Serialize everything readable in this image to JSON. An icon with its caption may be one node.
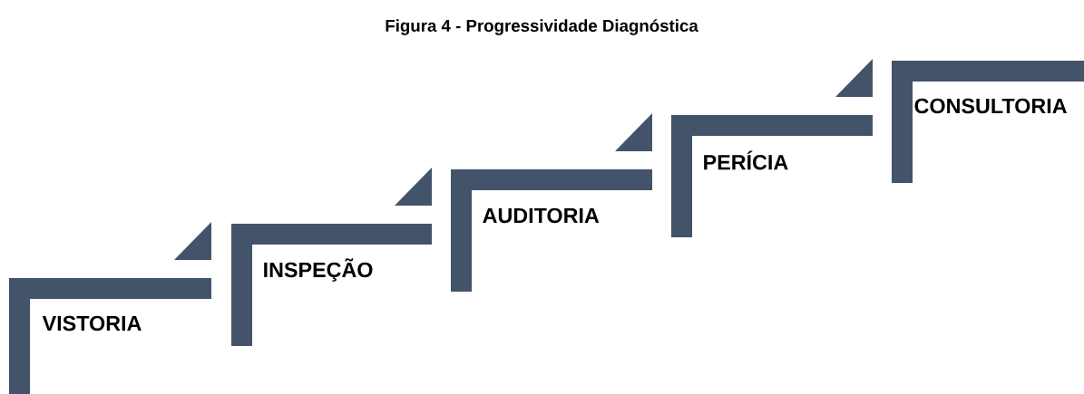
{
  "diagram": {
    "title": "Figura 4 - Progressividade Diagnóstica",
    "nodes": [
      {
        "text": [
          "VISTORIA"
        ]
      },
      {
        "text": [
          "INSPEÇÃO"
        ]
      },
      {
        "text": [
          "AUDITORIA"
        ]
      },
      {
        "text": [
          "PERÍCIA"
        ]
      },
      {
        "text": [
          "CONSULTORIA"
        ]
      }
    ]
  }
}
